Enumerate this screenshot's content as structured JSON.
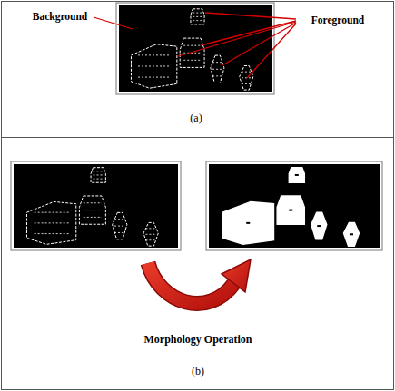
{
  "diagram": {
    "labels": [
      "Background",
      "Foreground",
      "(a)",
      "Morphology Operation",
      "(b)"
    ]
  }
}
